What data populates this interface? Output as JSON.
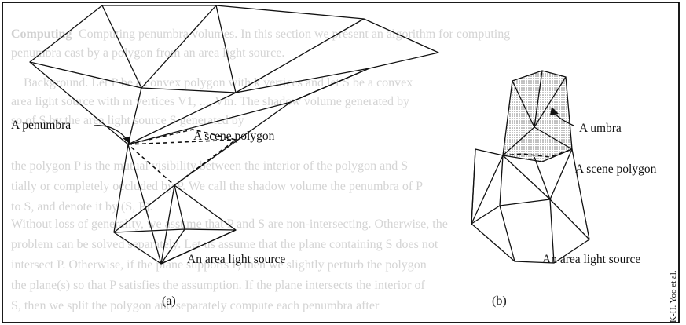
{
  "background_text": {
    "heading": "Computing",
    "lines": [
      "Computing penumbra volumes. In this section we present an algorithm for computing",
      "penumbra cast by a polygon from an area light source.",
      "",
      "Background. Let P be a convex polygon with k vertices and let S be a convex",
      "area light source with m vertices V1, ..., Vm. The shadow volume generated by",
      "so of S by the area light source S generated by",
      "the polygon P is the mutual visibility between the interior of the polygon and S",
      "tially or completely occluded by P. We call the shadow volume the penumbra of P",
      "to S, and denote it by (S, P).",
      "Without loss of generality, we assume that P and S are non-intersecting. Otherwise, the",
      "problem can be solved separately. Let us assume that the plane containing S does not",
      "intersect P. Otherwise, if the plane supports P, then we slightly perturb the polygon",
      "the plane(s) so that P satisfies the assumption. If the plane intersects the interior of",
      "S, then we split the polygon and separately compute each penumbra after"
    ]
  },
  "figure_a": {
    "label_penumbra": "A penumbra",
    "label_scene_polygon": "A scene polygon",
    "label_light_source": "An area light source",
    "caption": "(a)"
  },
  "figure_b": {
    "label_umbra": "A umbra",
    "label_scene_polygon": "A scene polygon",
    "label_light_source": "An area light source",
    "caption": "(b)"
  },
  "credit": "K-H. Yoo et al."
}
